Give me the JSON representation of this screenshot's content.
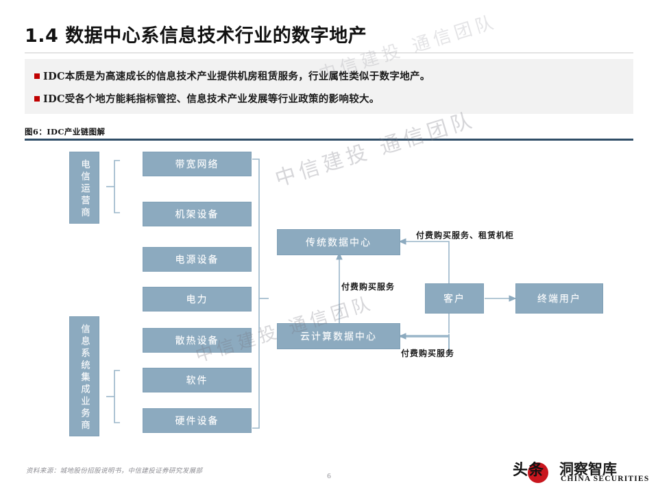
{
  "slide": {
    "title": "1.4 数据中心系信息技术行业的数字地产",
    "page_number": "6",
    "accent_color": "#2f4d66",
    "bullet_color": "#c00000",
    "node_color": "#8caabf"
  },
  "bullets": [
    {
      "text": "IDC本质是为高速成长的信息技术产业提供机房租赁服务，行业属性类似于数字地产。"
    },
    {
      "text": "IDC受各个地方能耗指标管控、信息技术产业发展等行业政策的影响较大。"
    }
  ],
  "figure": {
    "caption": "图6：IDC产业链图解",
    "left_groups": [
      {
        "label": "电信运营商",
        "items": [
          "带宽网络",
          "机架设备"
        ]
      },
      {
        "label": "信息系统集成业务商",
        "items": [
          "软件",
          "硬件设备"
        ]
      }
    ],
    "middle_items": [
      "带宽网络",
      "机架设备",
      "电源设备",
      "电力",
      "散热设备",
      "软件",
      "硬件设备"
    ],
    "right_nodes": [
      {
        "label": "传统数据中心"
      },
      {
        "label": "云计算数据中心"
      },
      {
        "label": "客户"
      },
      {
        "label": "终端用户"
      }
    ],
    "edge_labels": [
      {
        "text": "付费购买服务、租赁机柜"
      },
      {
        "text": "付费购买服务"
      },
      {
        "text": "付费购买服务"
      }
    ]
  },
  "watermarks": [
    {
      "text": "中信建投 通信团队"
    },
    {
      "text": "中信建投 通信团队"
    },
    {
      "text": "中信建投 通信团队"
    }
  ],
  "footer": {
    "source": "资料来源：城地股份招股说明书，中信建投证券研究发展部"
  },
  "logos": {
    "toutiao": "头条",
    "brand_cn": "洞察智库",
    "brand_en": "CHINA SECURITIES"
  }
}
